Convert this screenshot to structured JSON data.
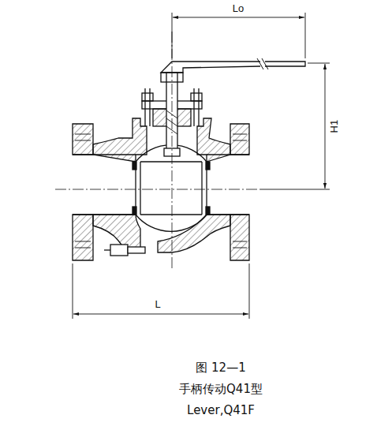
{
  "diagram": {
    "caption": "图 12—1",
    "labels": [
      "Lo",
      "H1",
      "L",
      "手柄传动Q41型",
      "Lever,Q41F"
    ]
  }
}
